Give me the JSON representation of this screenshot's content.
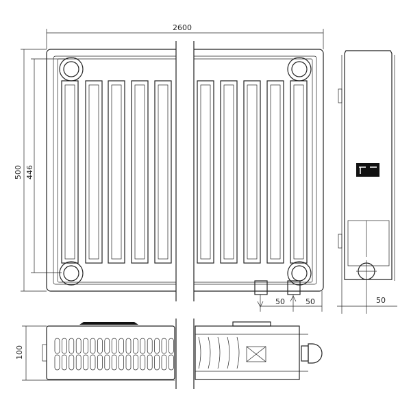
{
  "dimensions": {
    "overall_length": "2600",
    "overall_height": "500",
    "connection_height": "446",
    "left_pipe_offset": "50",
    "right_pipe_offset": "50",
    "side_pipe_offset": "50",
    "depth": "100"
  },
  "colors": {
    "line": "#222222",
    "background": "#ffffff"
  }
}
